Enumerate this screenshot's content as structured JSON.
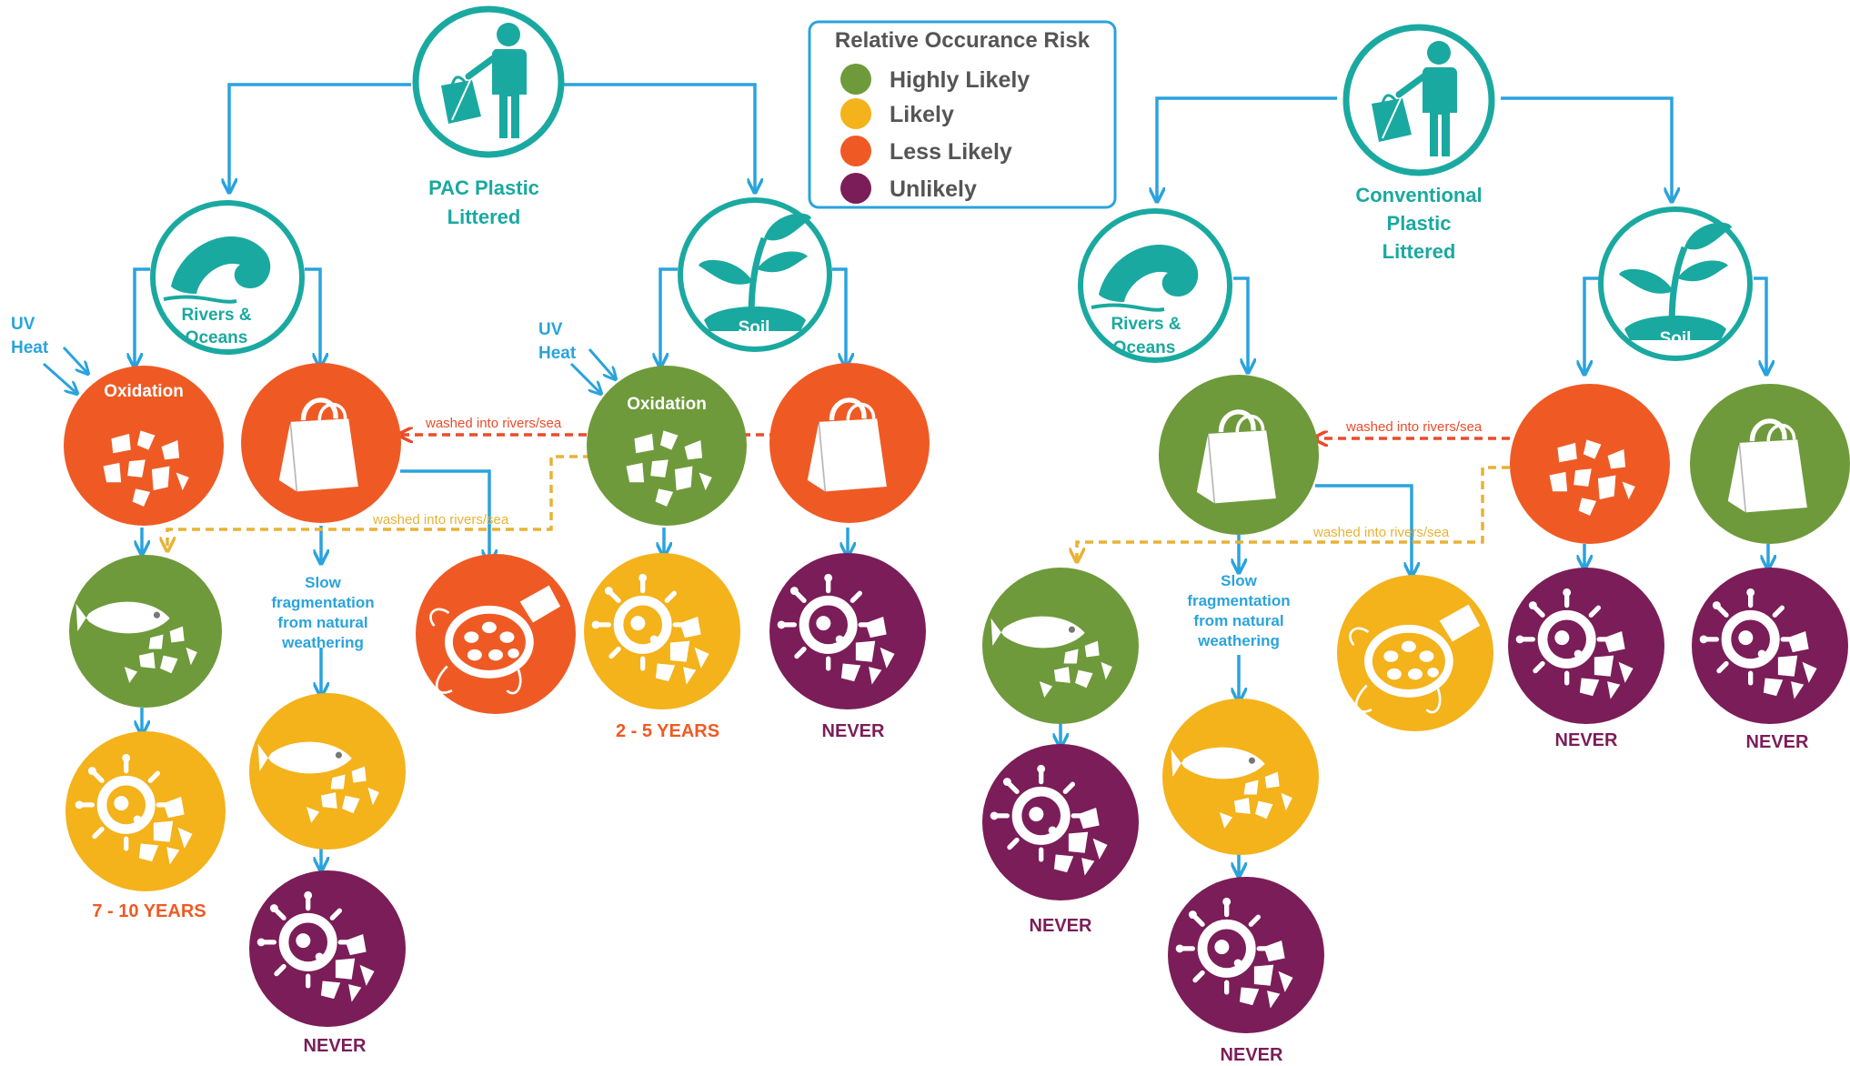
{
  "colors": {
    "highly_likely": "#6e9a3b",
    "likely": "#f4b21b",
    "less_likely": "#ef5a24",
    "unlikely": "#7b1d58",
    "teal": "#1aa9a0",
    "arrow_blue": "#2aa3dd",
    "wash_red": "#e94c2b",
    "wash_gold": "#e9b236"
  },
  "legend": {
    "title": "Relative Occurance Risk",
    "items": [
      {
        "label": "Highly Likely",
        "color": "#6e9a3b"
      },
      {
        "label": "Likely",
        "color": "#f4b21b"
      },
      {
        "label": "Less Likely",
        "color": "#ef5a24"
      },
      {
        "label": "Unlikely",
        "color": "#7b1d58"
      }
    ]
  },
  "pac": {
    "title_line1": "PAC Plastic",
    "title_line2": "Littered",
    "rivers_line1": "Rivers &",
    "rivers_line2": "Oceans",
    "soil": "Soil",
    "uv": "UV",
    "heat": "Heat",
    "uv2": "UV",
    "heat2": "Heat",
    "oxidation": "Oxidation",
    "oxidation2": "Oxidation",
    "washed_red": "washed into rivers/sea",
    "washed_gold": "washed into rivers/sea",
    "slow_l1": "Slow",
    "slow_l2": "fragmentation",
    "slow_l3": "from natural",
    "slow_l4": "weathering",
    "out_7_10": "7 - 10 YEARS",
    "out_2_5": "2 - 5 YEARS",
    "out_never_soil": "NEVER",
    "out_never_bottom": "NEVER"
  },
  "conv": {
    "title_line1": "Conventional",
    "title_line2": "Plastic",
    "title_line3": "Littered",
    "rivers_line1": "Rivers &",
    "rivers_line2": "Oceans",
    "soil": "Soil",
    "washed_red": "washed into rivers/sea",
    "washed_gold": "washed into rivers/sea",
    "slow_l1": "Slow",
    "slow_l2": "fragmentation",
    "slow_l3": "from natural",
    "slow_l4": "weathering",
    "out_never_fish": "NEVER",
    "out_never_bottom": "NEVER",
    "out_never_soil1": "NEVER",
    "out_never_soil2": "NEVER"
  }
}
